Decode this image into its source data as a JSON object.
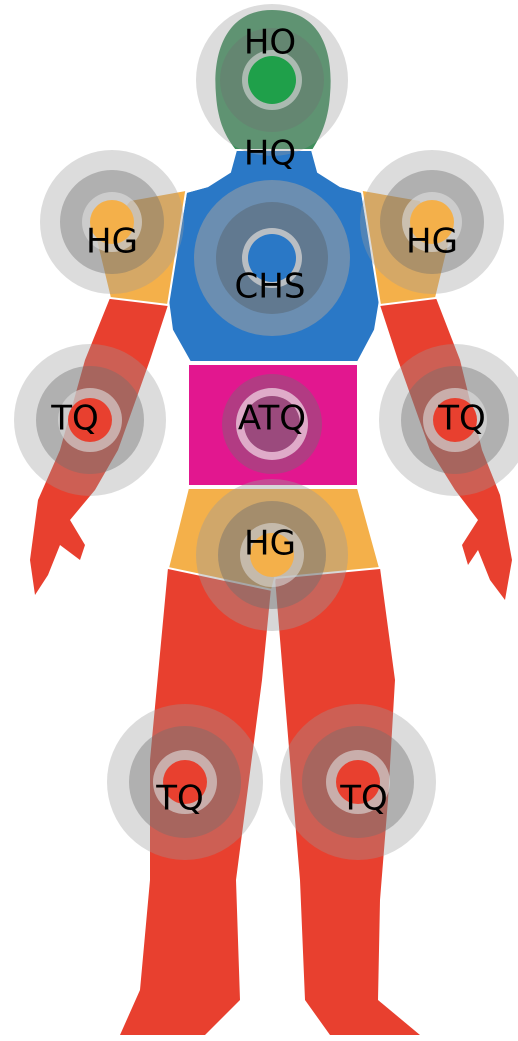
{
  "colors": {
    "background": "#ffffff",
    "head": "#3f8f5c",
    "head_core": "#1fa04a",
    "neck_chest": "#2a78c6",
    "shoulders": "#f4b04a",
    "abdomen": "#e2178f",
    "hips": "#f4b04a",
    "limbs": "#e8402f",
    "outline": "#ffffff",
    "ring_outer": "#b8b8b8",
    "ring_mid": "#7a7a7a",
    "ring_inner": "#d0d0d0"
  },
  "zones": {
    "head": {
      "label": "HO"
    },
    "neck": {
      "label": "HQ"
    },
    "chest": {
      "label": "CHS"
    },
    "shoulder_left": {
      "label": "HG"
    },
    "shoulder_right": {
      "label": "HG"
    },
    "abdomen": {
      "label": "ATQ"
    },
    "arm_left": {
      "label": "TQ"
    },
    "arm_right": {
      "label": "TQ"
    },
    "pelvis": {
      "label": "HG"
    },
    "leg_left": {
      "label": "TQ"
    },
    "leg_right": {
      "label": "TQ"
    }
  }
}
